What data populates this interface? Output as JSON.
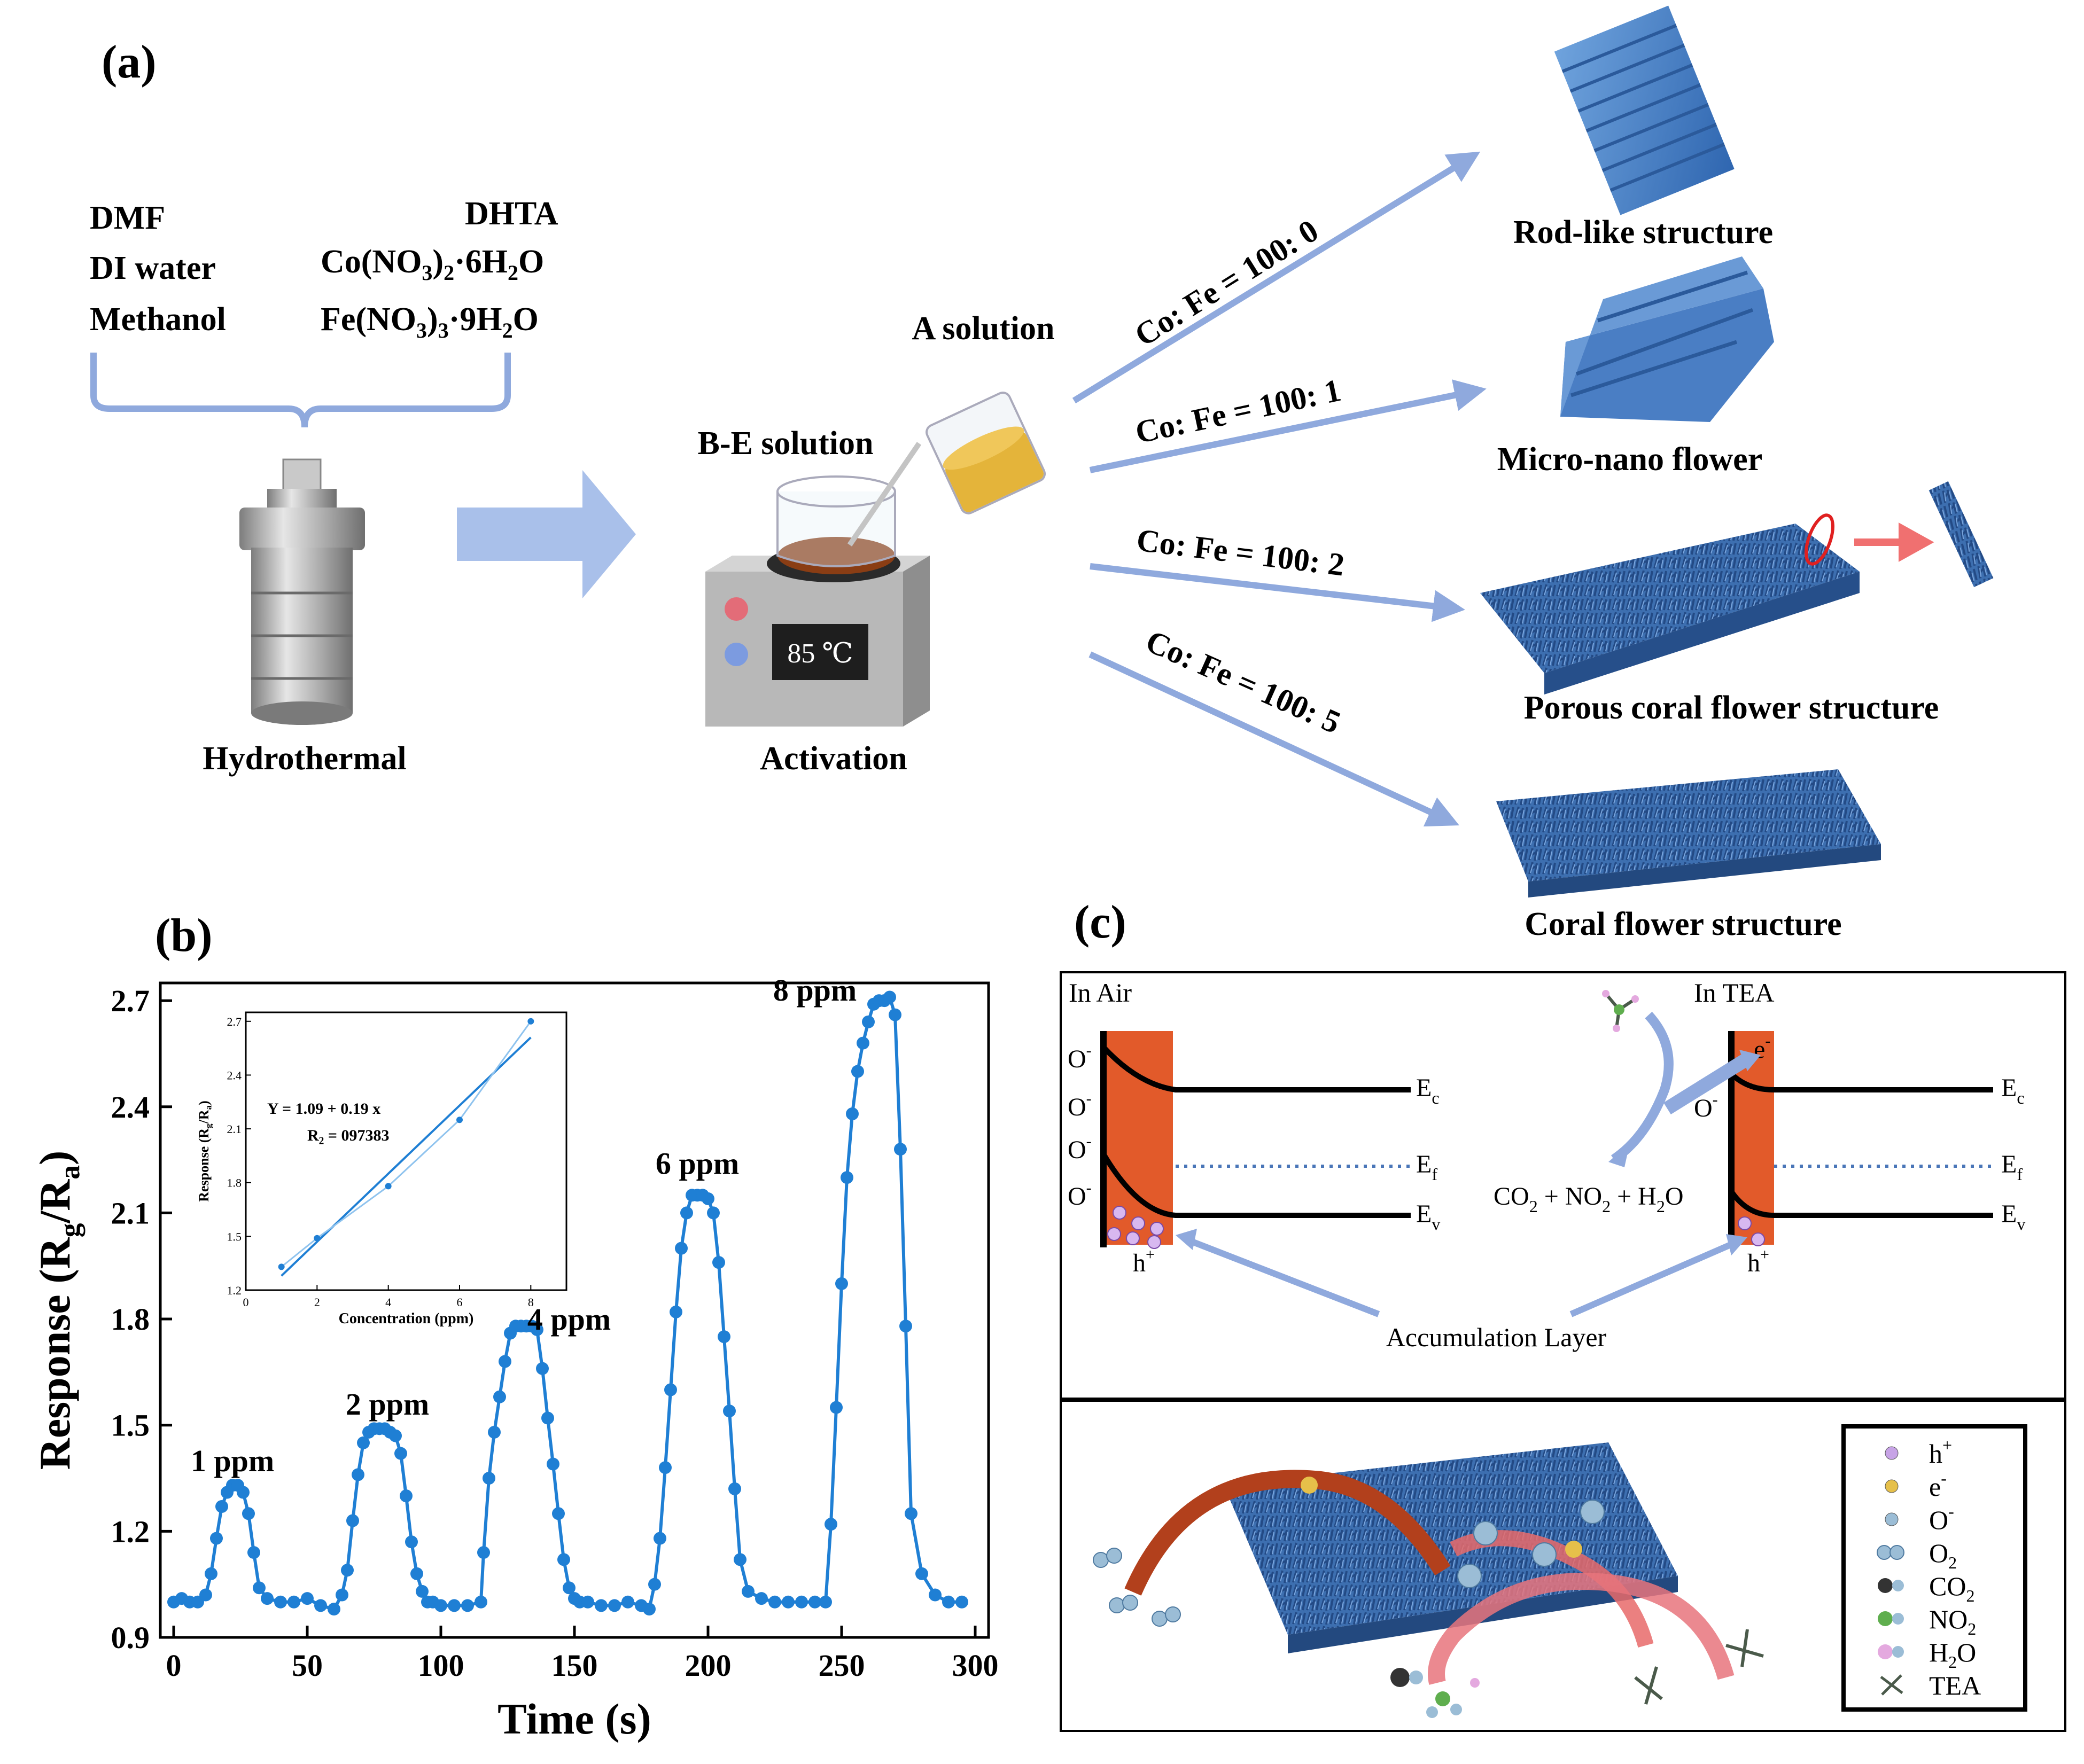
{
  "panel_a": {
    "label": "(a)",
    "solvents": [
      "DMF",
      "DI water",
      "Methanol"
    ],
    "reagent_dhta": "DHTA",
    "reagent_co_formula": {
      "base": "Co(NO",
      "sub1": "3",
      "mid": ")",
      "sub2": "2",
      "tail": "·6H",
      "sub3": "2",
      "end": "O"
    },
    "reagent_fe_formula": {
      "base": "Fe(NO",
      "sub1": "3",
      "mid": ")",
      "sub2": "3",
      "tail": "·9H",
      "sub3": "2",
      "end": "O"
    },
    "hydrothermal": "Hydrothermal",
    "activation": "Activation",
    "a_solution": "A solution",
    "be_solution": "B-E solution",
    "temperature": "85 ℃",
    "ratios": [
      "Co: Fe = 100: 0",
      "Co: Fe = 100: 1",
      "Co: Fe = 100: 2",
      "Co: Fe = 100: 5"
    ],
    "structures": [
      "Rod-like structure",
      "Micro-nano flower",
      "Porous coral flower structure",
      "Coral flower structure"
    ]
  },
  "panel_b": {
    "label": "(b)",
    "chart_data": {
      "type": "line",
      "xlabel": "Time (s)",
      "ylabel": {
        "base": "Response (R",
        "sub1": "g",
        "mid": "/R",
        "sub2": "a",
        "end": ")"
      },
      "xlim": [
        -5,
        305
      ],
      "ylim": [
        0.9,
        2.75
      ],
      "xticks": [
        0,
        50,
        100,
        150,
        200,
        250,
        300
      ],
      "yticks": [
        0.9,
        1.2,
        1.5,
        1.8,
        2.1,
        2.4,
        2.7
      ],
      "color": "#1f7fd4",
      "series": [
        {
          "x": [
            0,
            3,
            6,
            9,
            12,
            14,
            16,
            18,
            20,
            22,
            24,
            26,
            28,
            30,
            32,
            35,
            40,
            45,
            50,
            55,
            60,
            63,
            65,
            67,
            69,
            71,
            73,
            75,
            77,
            79,
            81,
            83,
            85,
            87,
            89,
            91,
            93,
            95,
            97,
            100,
            105,
            110,
            115,
            116,
            118,
            120,
            122,
            124,
            126,
            128,
            130,
            132,
            134,
            136,
            138,
            140,
            142,
            144,
            146,
            148,
            150,
            152,
            155,
            160,
            165,
            170,
            175,
            178,
            180,
            182,
            184,
            186,
            188,
            190,
            192,
            194,
            196,
            198,
            200,
            202,
            204,
            206,
            208,
            210,
            212,
            215,
            220,
            225,
            230,
            235,
            240,
            244,
            246,
            248,
            250,
            252,
            254,
            256,
            258,
            260,
            262,
            264,
            266,
            268,
            270,
            272,
            274,
            276,
            280,
            285,
            290,
            295
          ],
          "y": [
            1.0,
            1.01,
            1.0,
            1.0,
            1.02,
            1.08,
            1.18,
            1.27,
            1.31,
            1.33,
            1.33,
            1.31,
            1.25,
            1.14,
            1.04,
            1.01,
            1.0,
            1.0,
            1.01,
            0.99,
            0.98,
            1.02,
            1.09,
            1.23,
            1.36,
            1.45,
            1.48,
            1.49,
            1.49,
            1.49,
            1.48,
            1.47,
            1.42,
            1.3,
            1.17,
            1.08,
            1.03,
            1.0,
            1.0,
            0.99,
            0.99,
            0.99,
            1.0,
            1.14,
            1.35,
            1.48,
            1.58,
            1.68,
            1.76,
            1.78,
            1.78,
            1.78,
            1.78,
            1.77,
            1.66,
            1.52,
            1.39,
            1.25,
            1.12,
            1.04,
            1.01,
            1.0,
            1.0,
            0.99,
            0.99,
            1.0,
            0.99,
            0.98,
            1.05,
            1.18,
            1.38,
            1.6,
            1.82,
            2.0,
            2.1,
            2.15,
            2.15,
            2.15,
            2.14,
            2.1,
            1.96,
            1.75,
            1.54,
            1.32,
            1.12,
            1.03,
            1.01,
            1.0,
            1.0,
            1.0,
            1.0,
            1.0,
            1.22,
            1.55,
            1.9,
            2.2,
            2.38,
            2.5,
            2.58,
            2.64,
            2.69,
            2.7,
            2.7,
            2.71,
            2.66,
            2.28,
            1.78,
            1.25,
            1.08,
            1.02,
            1.0,
            1.0,
            1.0,
            1.0
          ]
        }
      ],
      "annotations": [
        "1 ppm",
        "2 ppm",
        "4 ppm",
        "6 ppm",
        "8 ppm"
      ],
      "inset": {
        "type": "scatter",
        "xlabel": "Concentration (ppm)",
        "ylabel": {
          "base": "Response (R",
          "sub1": "g",
          "mid": "/R",
          "sub2": "a",
          "end": ")"
        },
        "xlim": [
          0,
          9
        ],
        "ylim": [
          1.2,
          2.75
        ],
        "xticks": [
          0,
          2,
          4,
          6,
          8
        ],
        "yticks": [
          1.2,
          1.5,
          1.8,
          2.1,
          2.4,
          2.7
        ],
        "x": [
          1,
          2,
          4,
          6,
          8
        ],
        "y": [
          1.33,
          1.49,
          1.78,
          2.15,
          2.7
        ],
        "fit_intercept": 1.09,
        "fit_slope": 0.19,
        "equation": "Y = 1.09 + 0.19 x",
        "r2": "R",
        "r2_sub": "2",
        "r2_value": " = 097383"
      }
    }
  },
  "panel_c": {
    "label": "(c)",
    "in_air": "In Air",
    "in_tea": "In TEA",
    "o_minus": "O",
    "ec": "E",
    "ec_sub": "c",
    "ef": "E",
    "ef_sub": "f",
    "ev": "E",
    "ev_sub": "v",
    "h_plus": "h",
    "e_minus": "e",
    "products": {
      "a": "CO",
      "a_sub": "2",
      "b": " + NO",
      "b_sub": "2",
      "c": " + H",
      "c_sub": "2",
      "d": "O"
    },
    "accumulation": "Accumulation Layer",
    "legend": [
      {
        "label": "h",
        "sup": "+",
        "sub": "",
        "color": "#c7a3e6"
      },
      {
        "label": "e",
        "sup": "-",
        "sub": "",
        "color": "#e6c04a"
      },
      {
        "label": "O",
        "sup": "-",
        "sub": "",
        "color": "#9bbdd6"
      },
      {
        "label": "O",
        "sup": "",
        "sub": "2",
        "color": "#9bbdd6"
      },
      {
        "label": "CO",
        "sup": "",
        "sub": "2",
        "color": "#333333"
      },
      {
        "label": "NO",
        "sup": "",
        "sub": "2",
        "color": "#5fae4e"
      },
      {
        "label": "H",
        "sup": "",
        "sub": "2",
        "label2": "O",
        "color": "#e4a9df"
      },
      {
        "label": "TEA",
        "sup": "",
        "sub": "",
        "color": "#4a5a4a"
      }
    ]
  }
}
